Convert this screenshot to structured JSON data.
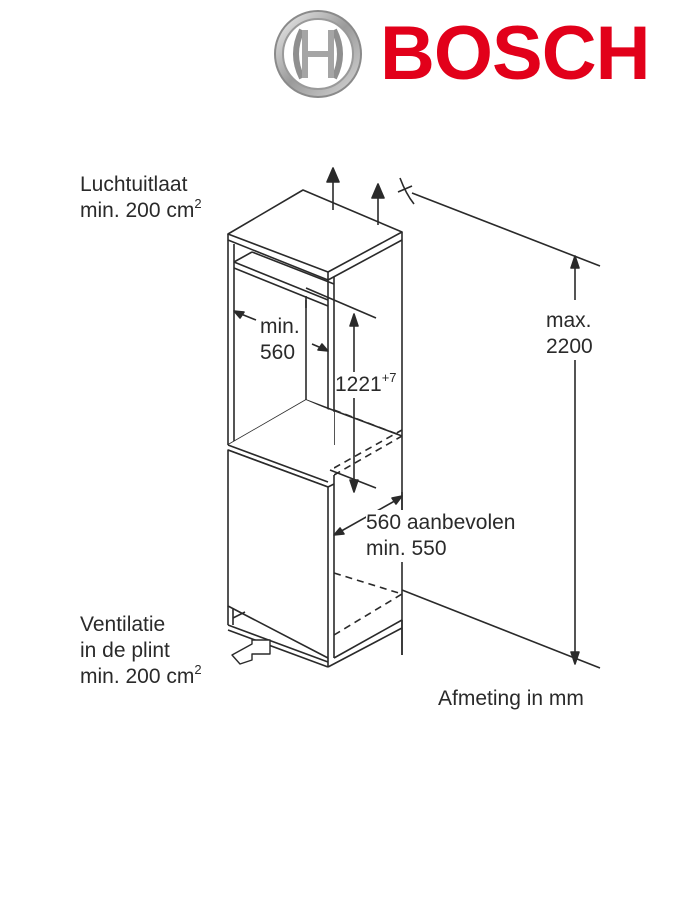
{
  "brand": {
    "name": "BOSCH",
    "color": "#e2001a",
    "emblem": "bosch-armature-emblem"
  },
  "diagram": {
    "title": "Built-in fridge installation niche dimensions",
    "labels": {
      "air_outlet": {
        "line1": "Luchtuitlaat",
        "line2": "min. 200 cm",
        "sup": "2"
      },
      "niche_width": {
        "line1": "min.",
        "line2": "560"
      },
      "niche_height": {
        "value": "1221",
        "sup": "+7"
      },
      "max_height": {
        "line1": "max.",
        "line2": "2200"
      },
      "depth": {
        "line1": "560 aanbevolen",
        "line2": "min. 550"
      },
      "plinth_ventilation": {
        "line1": "Ventilatie",
        "line2": "in de plint",
        "line3": "min. 200 cm",
        "sup": "2"
      },
      "units": "Afmeting in mm"
    },
    "line_color": "#2a2a2a"
  }
}
